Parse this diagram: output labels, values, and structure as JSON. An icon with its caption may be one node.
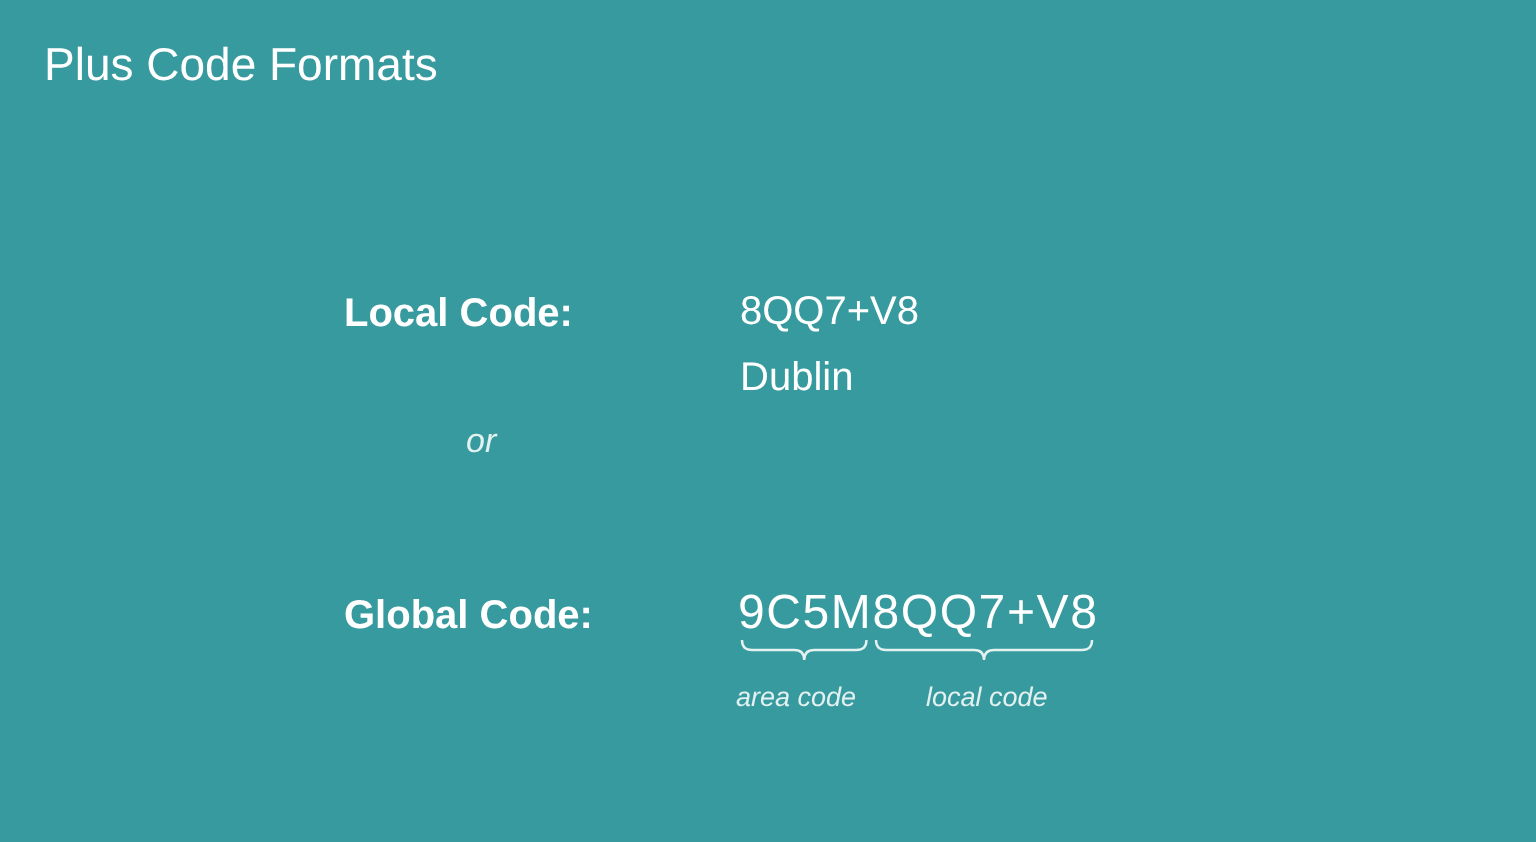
{
  "diagram": {
    "title": "Plus Code Formats",
    "labels": [
      "Local Code:",
      "8QQ7+V8",
      "Dublin",
      "or",
      "Global Code:",
      "9C5M8QQ7+V8",
      "area code",
      "local code"
    ]
  }
}
